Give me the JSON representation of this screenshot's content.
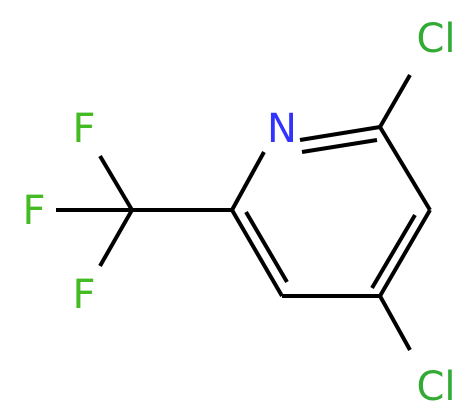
{
  "molecule": {
    "atoms": {
      "n": {
        "label": "N",
        "color": "#3333ff"
      },
      "cl_top": {
        "label": "Cl",
        "color": "#33aa33"
      },
      "cl_bottom": {
        "label": "Cl",
        "color": "#33aa33"
      },
      "f_top": {
        "label": "F",
        "color": "#44bb22"
      },
      "f_middle": {
        "label": "F",
        "color": "#44bb22"
      },
      "f_bottom": {
        "label": "F",
        "color": "#44bb22"
      }
    },
    "bond_color": "#000000"
  }
}
